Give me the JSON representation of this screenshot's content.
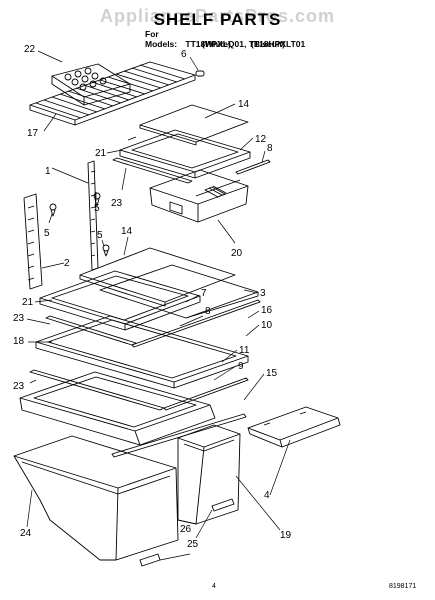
{
  "watermark": "AppliancePartsPros.com",
  "title": "SHELF PARTS",
  "models": {
    "lead": "For Models:",
    "white_model": "TT18HPXLQ01",
    "biscuit_model": "TT18HPXLT01",
    "white_label": "(White)",
    "biscuit_label": "(Biscuit)"
  },
  "callouts": [
    "22",
    "6",
    "14",
    "12",
    "17",
    "21",
    "8",
    "23",
    "1",
    "5",
    "20",
    "5",
    "5",
    "14",
    "2",
    "3",
    "7",
    "21",
    "8",
    "16",
    "23",
    "10",
    "18",
    "11",
    "9",
    "15",
    "23",
    "4",
    "24",
    "26",
    "25",
    "19"
  ],
  "footer": {
    "page_number": "4",
    "document_number": "8198171"
  },
  "colors": {
    "ink": "#000000",
    "background": "#ffffff",
    "watermark": "#969696"
  }
}
